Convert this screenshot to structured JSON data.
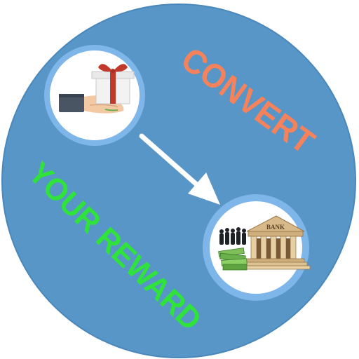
{
  "icon": {
    "top_word": "CONVERT",
    "bottom_phrase": "YOUR REWARD",
    "bank_sign": "BANK"
  },
  "colors": {
    "disc": "#5896c8",
    "disc_edge": "#4a87bb",
    "ring": "#7eb6ea",
    "badge_fill": "#ffffff",
    "arrow": "#ffffff",
    "convert_text": "#f5825a",
    "reward_text": "#2fe33a"
  },
  "icons": {
    "top_badge": "gift-hand-icon",
    "bottom_badge": "bank-money-icon",
    "connector": "arrow-down-right-icon"
  }
}
